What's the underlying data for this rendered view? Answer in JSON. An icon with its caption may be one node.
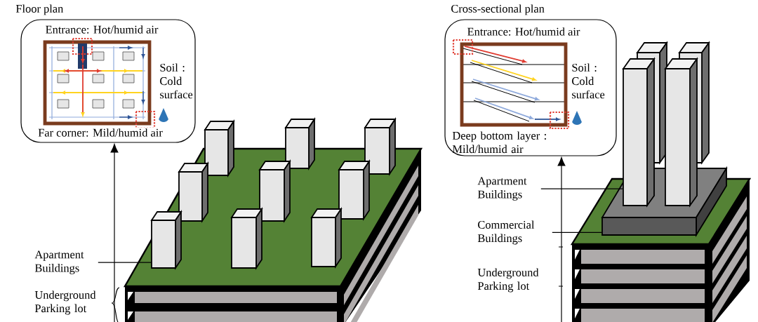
{
  "diagram": {
    "nodes": [
      {
        "text": [
          "Floor plan",
          "Entrance: Hot/humid air",
          "Soil : Cold surface",
          "Far corner: Mild/humid air"
        ]
      },
      {
        "text": [
          "Apartment Buildings"
        ]
      },
      {
        "text": [],
        "shape": "box"
      },
      {
        "text": [
          "Cross-sectional plan",
          "Entrance: Hot/humid air",
          "Soil : Cold surface",
          "Deep bottom layer : Mild/humid air"
        ]
      },
      {
        "text": [
          "Apartment Buildings"
        ]
      },
      {
        "text": [],
        "shape": "box"
      },
      {
        "text": [
          "Commercial Buildings"
        ]
      },
      {
        "text": [],
        "shape": "box"
      }
    ],
    "edges": [
      {
        "from": null,
        "to": 0,
        "arrow": "to"
      },
      {
        "from": 1,
        "to": 2,
        "arrow": "none"
      },
      {
        "from": null,
        "to": 3,
        "arrow": "to"
      },
      {
        "from": 4,
        "to": 5,
        "arrow": "none"
      },
      {
        "from": 6,
        "to": 7,
        "arrow": "none"
      }
    ],
    "labels": [
      "Underground Parking lot",
      "Underground Parking lot"
    ]
  }
}
